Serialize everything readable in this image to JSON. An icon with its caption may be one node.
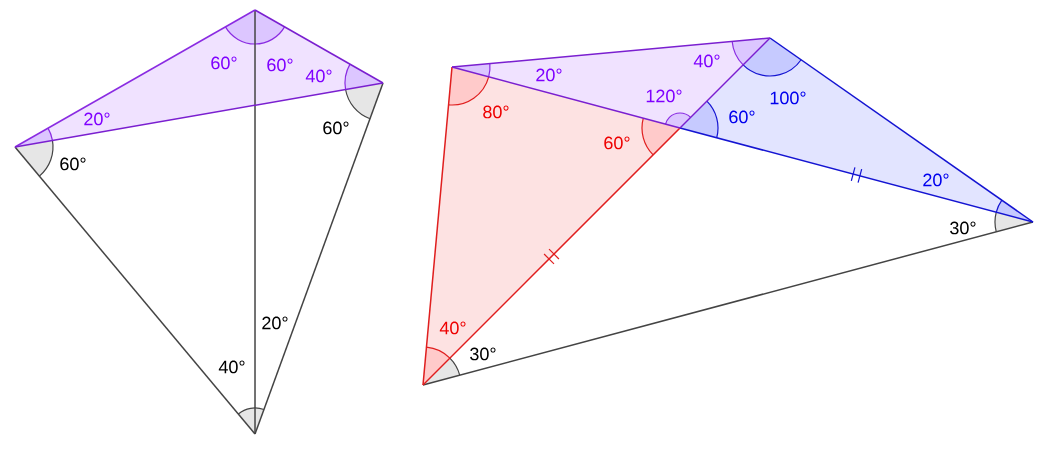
{
  "diagram": {
    "labels": [
      "60°",
      "60°",
      "40°",
      "20°",
      "60°",
      "60°",
      "20°",
      "40°",
      "20°",
      "40°",
      "120°",
      "80°",
      "100°",
      "60°",
      "60°",
      "20°",
      "30°",
      "40°",
      "30°"
    ]
  }
}
